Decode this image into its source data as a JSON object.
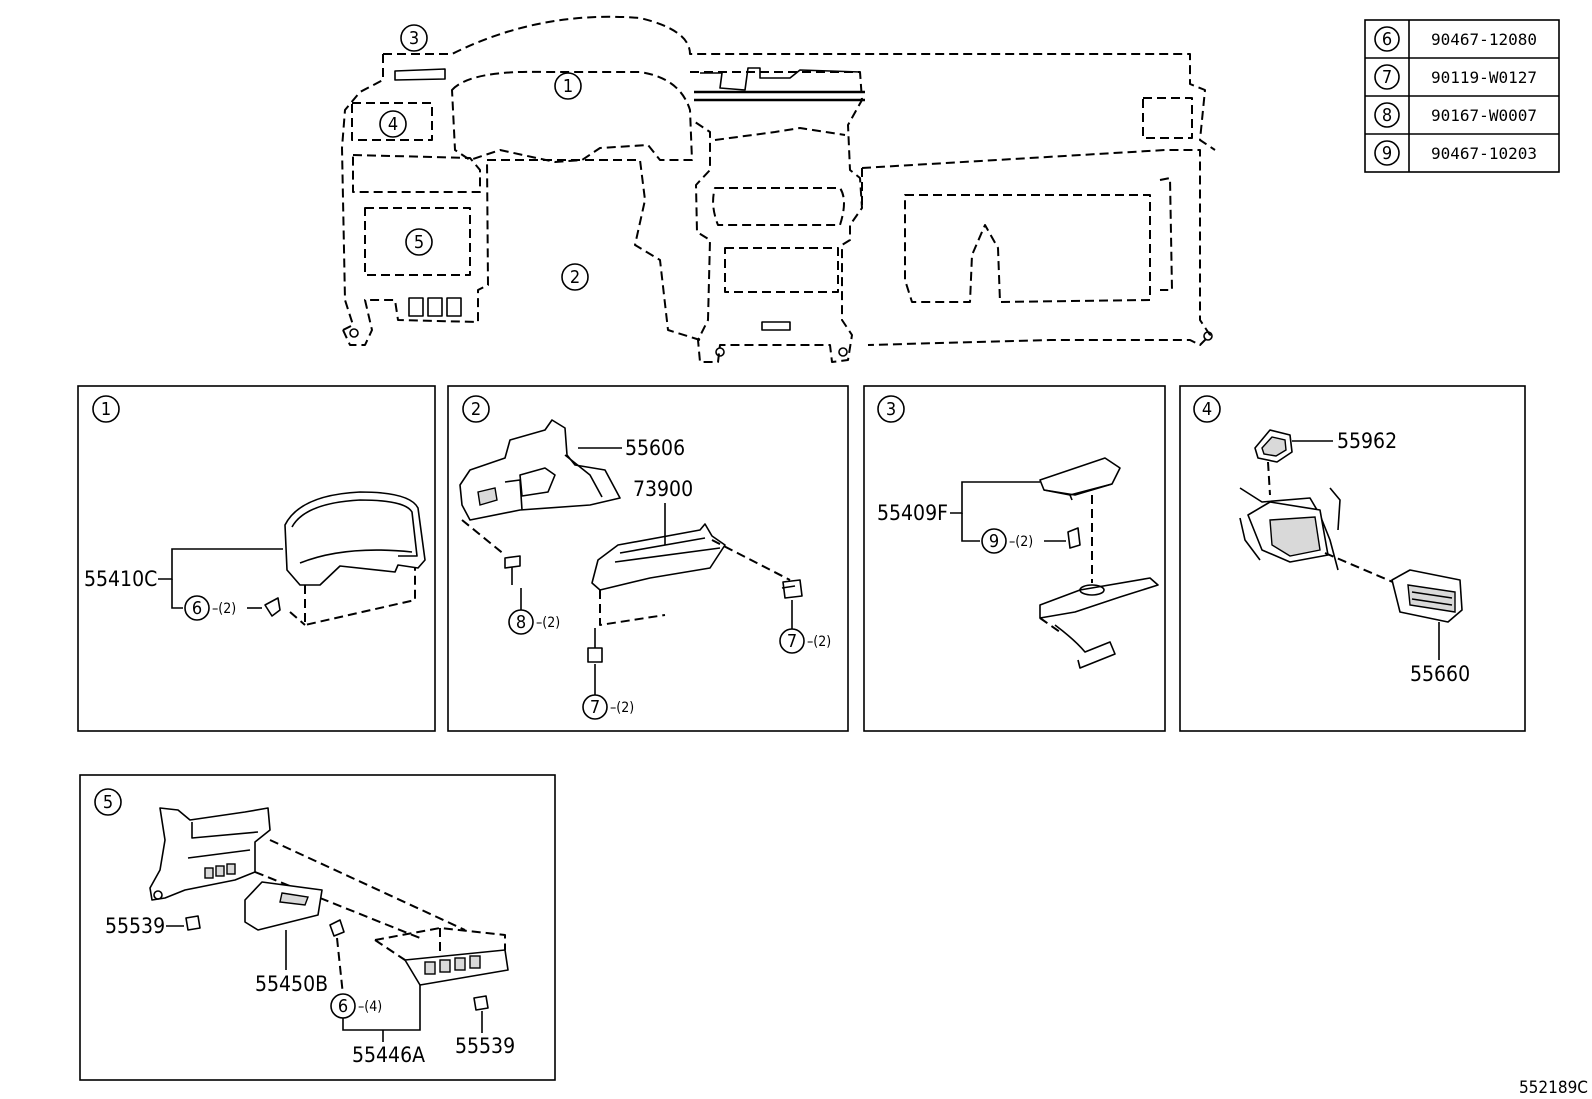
{
  "fastener_table": [
    {
      "ref": "6",
      "part": "90467-12080"
    },
    {
      "ref": "7",
      "part": "90119-W0127"
    },
    {
      "ref": "8",
      "part": "90167-W0007"
    },
    {
      "ref": "9",
      "part": "90467-10203"
    }
  ],
  "overview": {
    "callouts": [
      "1",
      "2",
      "3",
      "4",
      "5"
    ]
  },
  "panels": {
    "p1": {
      "number": "1",
      "labels": {
        "p55410c": "55410C",
        "ref6": "6",
        "qty6": "–(2)"
      }
    },
    "p2": {
      "number": "2",
      "labels": {
        "p55606": "55606",
        "p73900": "73900",
        "ref8": "8",
        "qty8": "–(2)",
        "ref7a": "7",
        "qty7a": "–(2)",
        "ref7b": "7",
        "qty7b": "–(2)"
      }
    },
    "p3": {
      "number": "3",
      "labels": {
        "p55409f": "55409F",
        "ref9": "9",
        "qty9": "–(2)"
      }
    },
    "p4": {
      "number": "4",
      "labels": {
        "p55962": "55962",
        "p55660": "55660"
      }
    },
    "p5": {
      "number": "5",
      "labels": {
        "p55539a": "55539",
        "p55450b": "55450B",
        "ref6": "6",
        "qty6": "–(4)",
        "p55446a": "55446A",
        "p55539b": "55539"
      }
    }
  },
  "illustration_id": "552189C"
}
